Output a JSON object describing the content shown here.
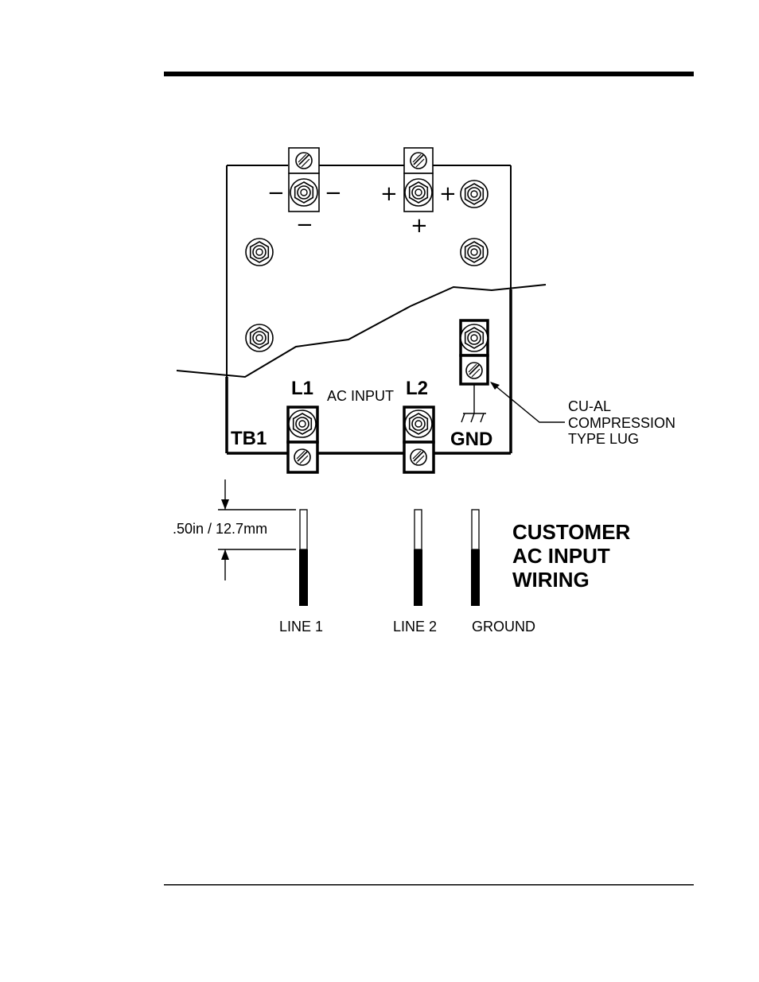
{
  "labels": {
    "terminal_l1": "L1",
    "terminal_l2": "L2",
    "ac_input": "AC INPUT",
    "gnd": "GND",
    "tb1": "TB1",
    "lug_callout": [
      "CU-AL",
      "COMPRESSION",
      "TYPE LUG"
    ],
    "strip_length": ".50in / 12.7mm",
    "title": [
      "CUSTOMER",
      "AC INPUT",
      "WIRING"
    ],
    "wire_labels": [
      "LINE 1",
      "LINE 2",
      "GROUND"
    ],
    "polarity_neg": "−",
    "polarity_pos": "+"
  },
  "icons": {
    "hex_stud": "hex-stud-icon",
    "clamp_screw": "clamp-screw-icon",
    "ground_symbol": "ground-icon"
  }
}
